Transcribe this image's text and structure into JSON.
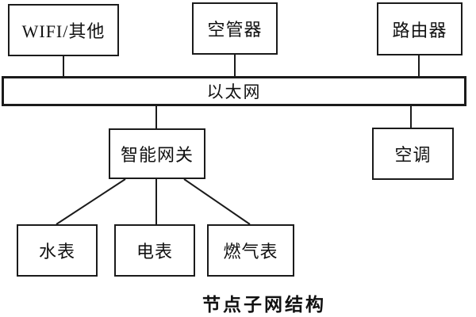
{
  "diagram": {
    "caption": "节点子网结构",
    "bus_label": "以太网",
    "nodes": {
      "wifi": "WIFI/其他",
      "air_controller": "空管器",
      "router": "路由器",
      "gateway": "智能网关",
      "air_conditioner": "空调",
      "water_meter": "水表",
      "electric_meter": "电表",
      "gas_meter": "燃气表"
    },
    "colors": {
      "line": "#1b1b1b",
      "background": "#ffffff",
      "text": "#111111"
    }
  }
}
